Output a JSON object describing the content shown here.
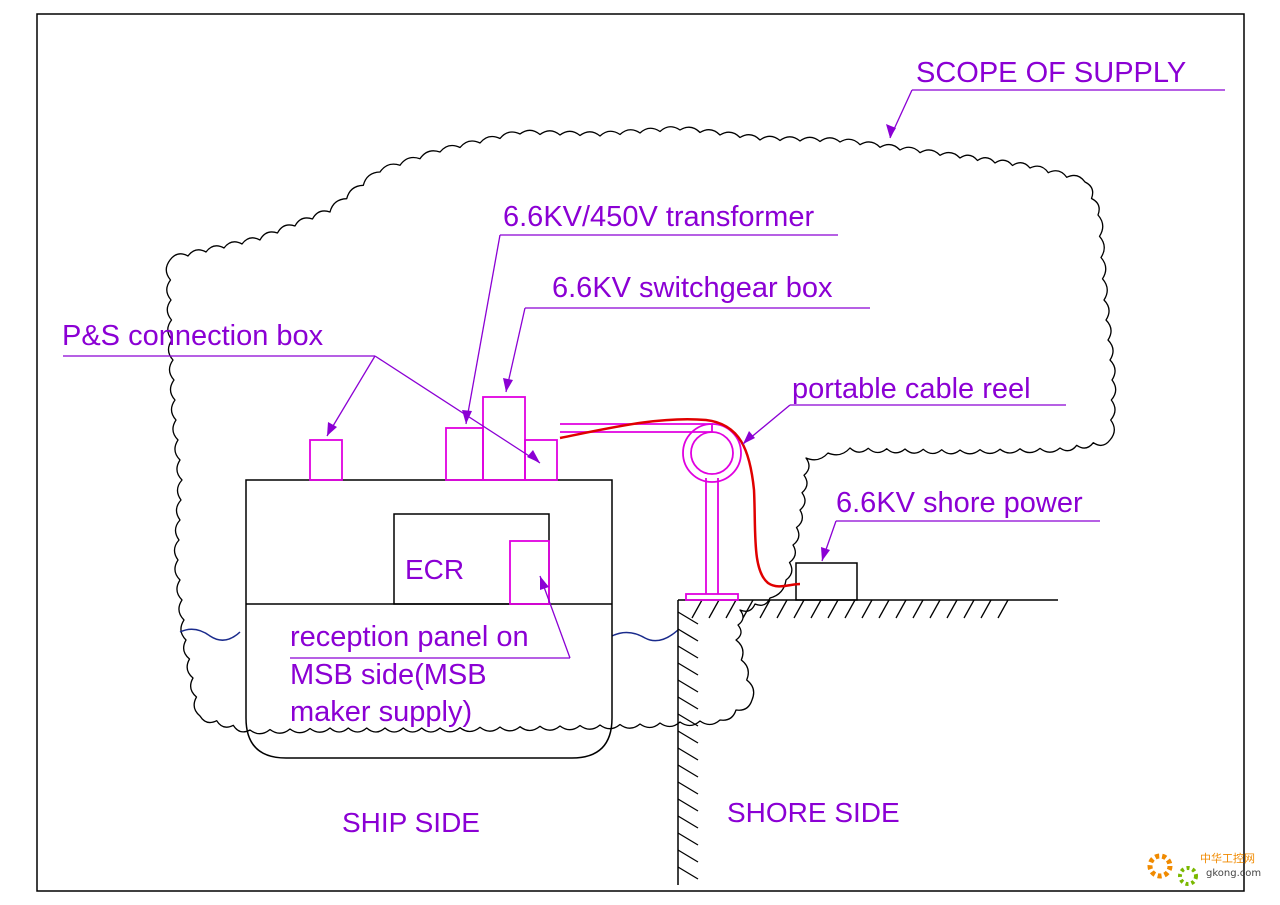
{
  "labels": {
    "scope": "SCOPE OF SUPPLY",
    "transformer": "6.6KV/450V transformer",
    "switchgear": "6.6KV switchgear box",
    "connection_box": "P&S connection box",
    "cable_reel": "portable cable reel",
    "shore_power": "6.6KV shore power",
    "ecr": "ECR",
    "reception_panel": [
      "reception panel on",
      "MSB side(MSB",
      "maker supply)"
    ],
    "ship_side": "SHIP SIDE",
    "shore_side": "SHORE SIDE"
  },
  "watermark": {
    "name": "中华工控网",
    "domain": "gkong.com"
  },
  "colors": {
    "label": "#8b00d4",
    "equipment": "#e000e0",
    "cable": "#e00000",
    "line": "#000000"
  }
}
